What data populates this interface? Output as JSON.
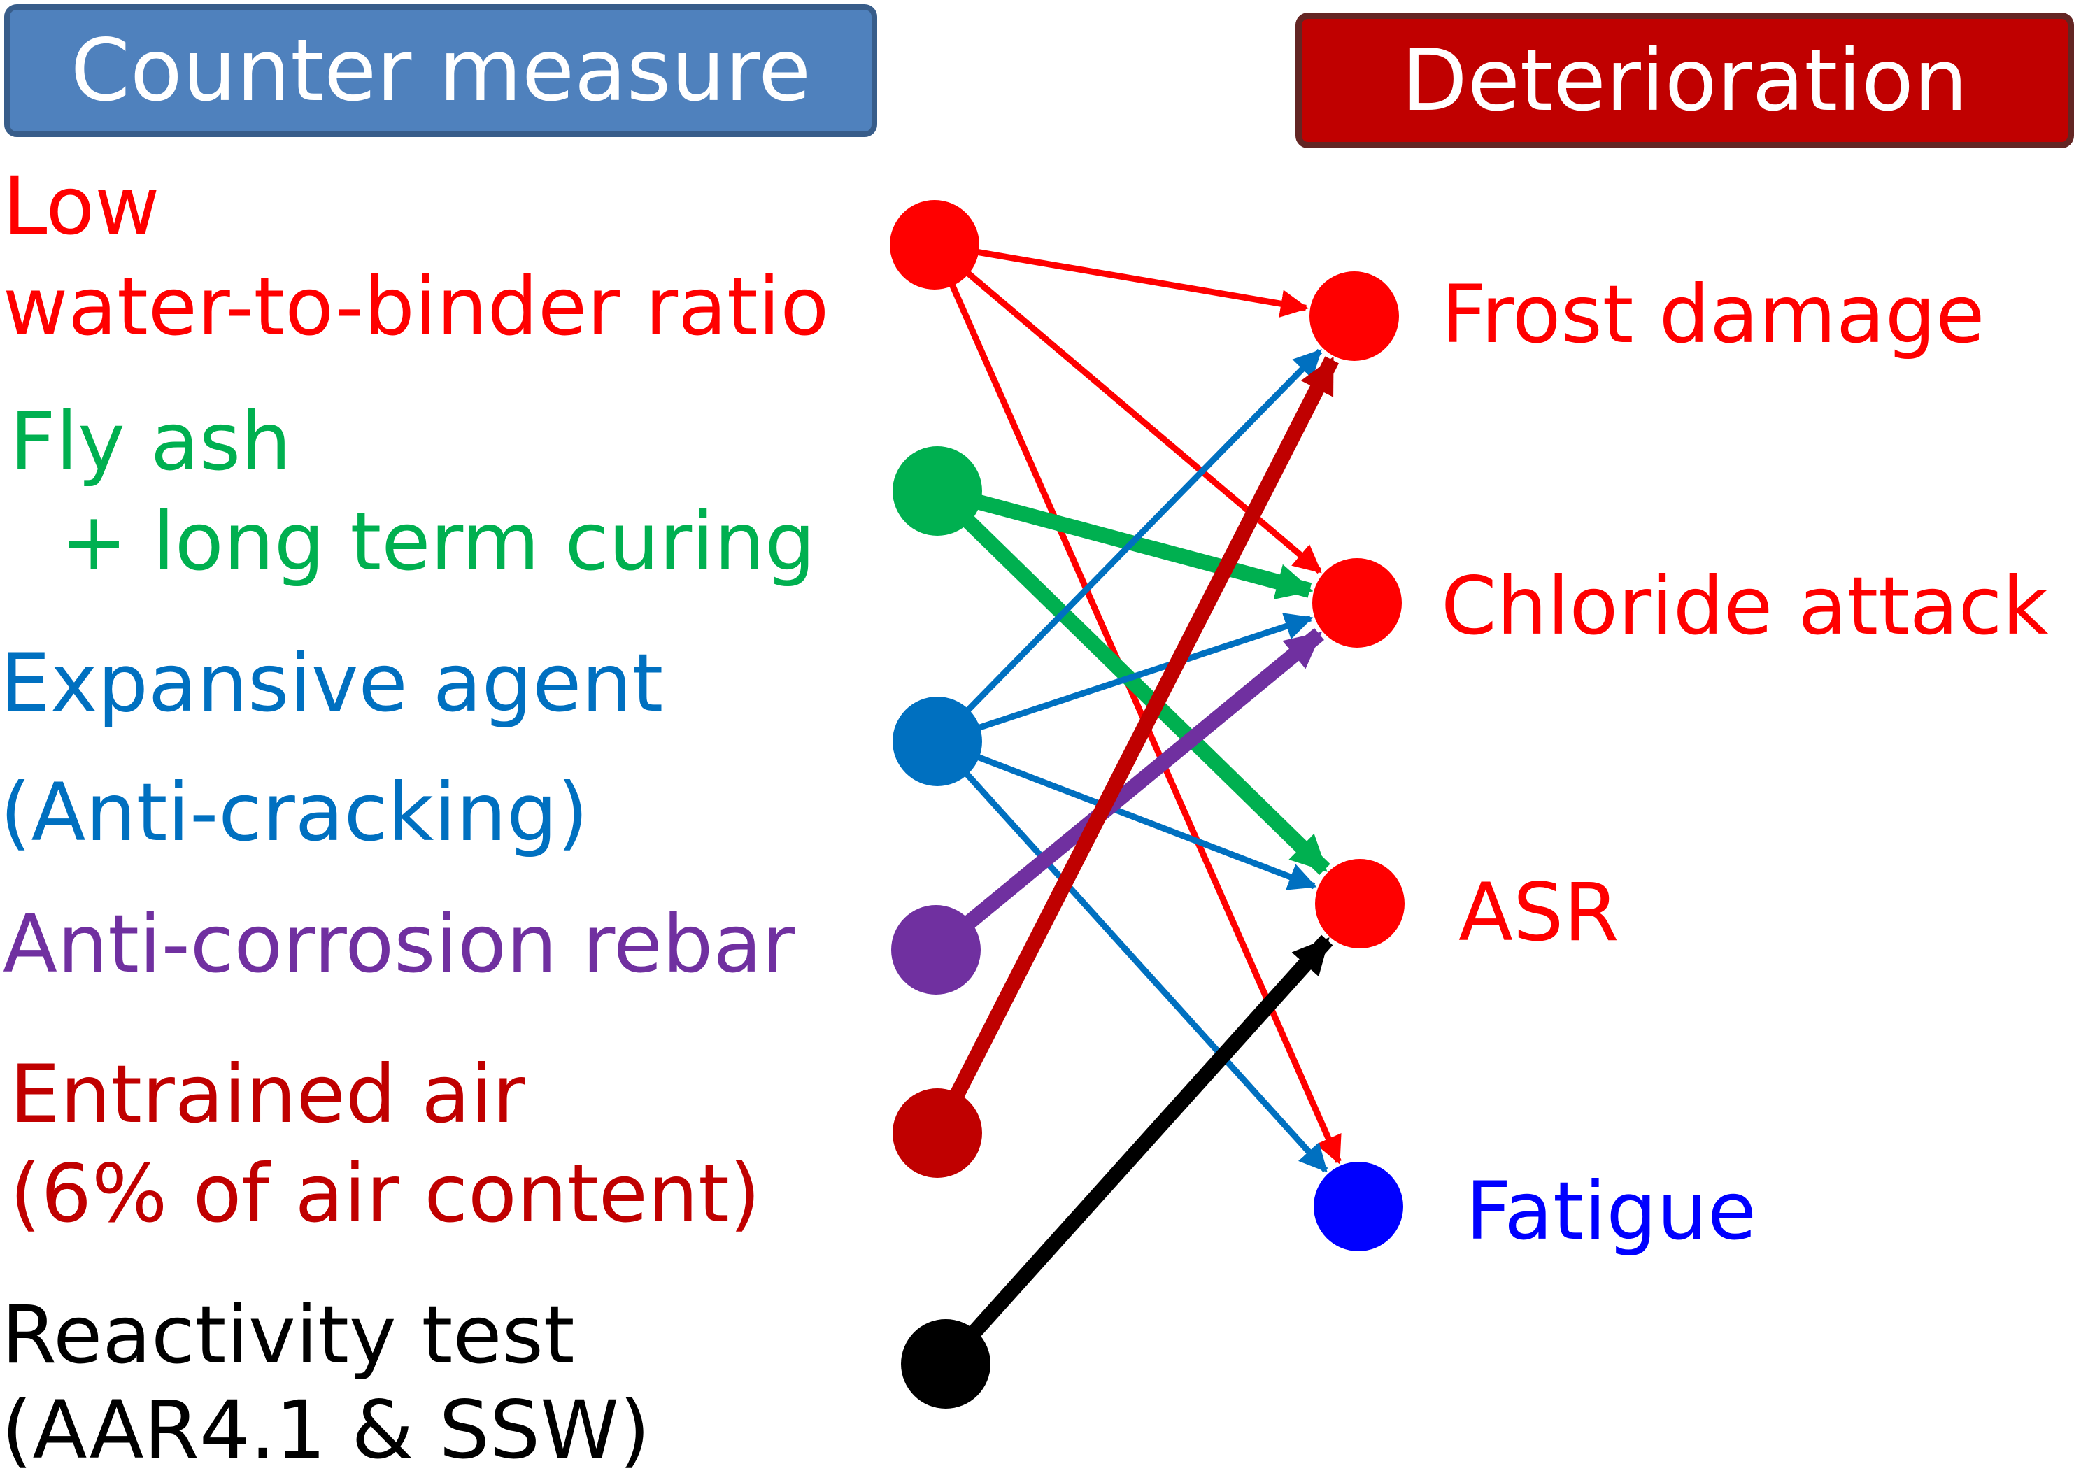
{
  "headers": {
    "countermeasure": "Counter measure",
    "deterioration": "Deterioration"
  },
  "countermeasures": [
    {
      "id": "low-wb",
      "lines": [
        "Low",
        "water-to-binder ratio"
      ],
      "color": "#ff0000"
    },
    {
      "id": "fly-ash",
      "lines": [
        "Fly ash",
        "  + long term curing"
      ],
      "color": "#00b050"
    },
    {
      "id": "expansive",
      "lines": [
        "Expansive agent",
        "(Anti-cracking)"
      ],
      "color": "#0070c0"
    },
    {
      "id": "anticorr",
      "lines": [
        "Anti-corrosion rebar"
      ],
      "color": "#7030a0"
    },
    {
      "id": "entrained",
      "lines": [
        "Entrained air",
        "(6% of air content)"
      ],
      "color": "#c00000"
    },
    {
      "id": "reactivity",
      "lines": [
        "Reactivity test",
        "(AAR4.1 & SSW)"
      ],
      "color": "#000000"
    }
  ],
  "deteriorations": [
    {
      "id": "frost",
      "label": "Frost damage",
      "color": "#ff0000"
    },
    {
      "id": "chloride",
      "label": "Chloride attack",
      "color": "#ff0000"
    },
    {
      "id": "asr",
      "label": "ASR",
      "color": "#ff0000"
    },
    {
      "id": "fatigue",
      "label": "Fatigue",
      "color": "#0000ff"
    }
  ],
  "links": [
    {
      "from": "low-wb",
      "to": "frost",
      "weight": "thin"
    },
    {
      "from": "low-wb",
      "to": "chloride",
      "weight": "thin"
    },
    {
      "from": "low-wb",
      "to": "fatigue",
      "weight": "thin"
    },
    {
      "from": "fly-ash",
      "to": "chloride",
      "weight": "thick"
    },
    {
      "from": "fly-ash",
      "to": "asr",
      "weight": "thick"
    },
    {
      "from": "expansive",
      "to": "frost",
      "weight": "thin"
    },
    {
      "from": "expansive",
      "to": "chloride",
      "weight": "thin"
    },
    {
      "from": "expansive",
      "to": "asr",
      "weight": "thin"
    },
    {
      "from": "expansive",
      "to": "fatigue",
      "weight": "thin"
    },
    {
      "from": "anticorr",
      "to": "chloride",
      "weight": "thick"
    },
    {
      "from": "entrained",
      "to": "frost",
      "weight": "thick"
    },
    {
      "from": "reactivity",
      "to": "asr",
      "weight": "thick"
    }
  ]
}
